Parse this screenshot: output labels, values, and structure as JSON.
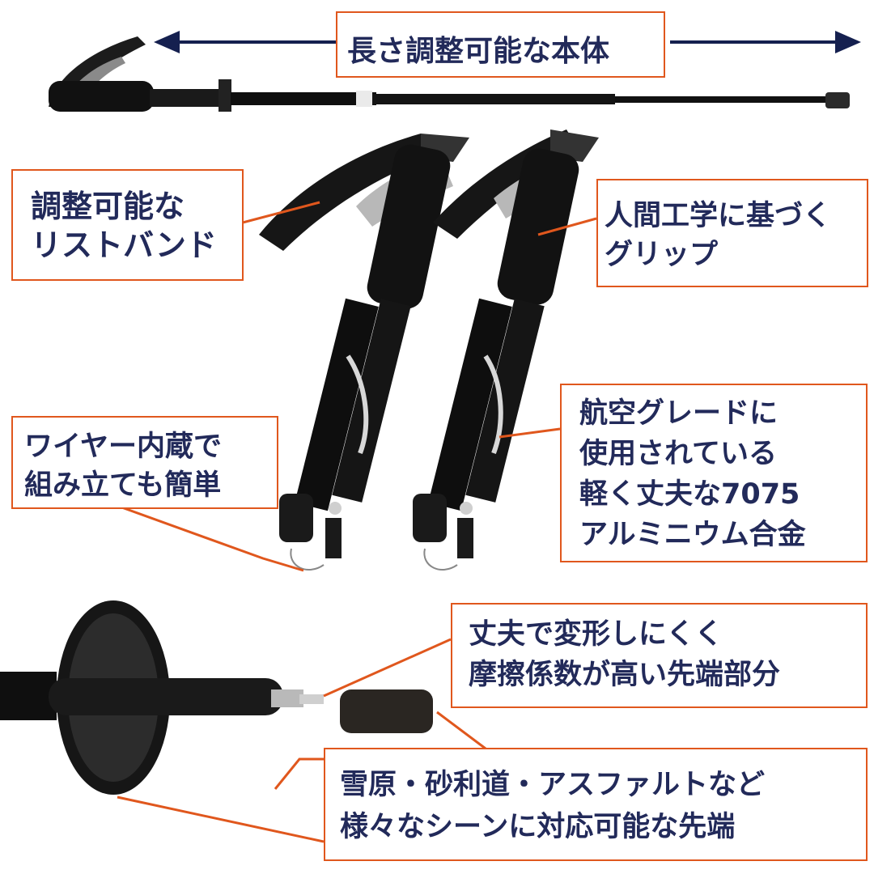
{
  "colors": {
    "accent": "#e0571d",
    "text": "#222a5a",
    "arrow": "#15204f",
    "pole": "#111111"
  },
  "labels": {
    "length": [
      "長さ調整可能な本体"
    ],
    "strap": [
      "調整可能な",
      "リストバンド"
    ],
    "grip": [
      "人間工学に基づく",
      "グリップ"
    ],
    "wire": [
      "ワイヤー内蔵で",
      "組み立ても簡単"
    ],
    "alloy": [
      "航空グレードに",
      "使用されている",
      "軽く丈夫な7075",
      "アルミニウム合金"
    ],
    "tip": [
      "丈夫で変形しにくく",
      "摩擦係数が高い先端部分"
    ],
    "basket": [
      "雪原・砂利道・アスファルトなど",
      "様々なシーンに対応可能な先端"
    ]
  }
}
